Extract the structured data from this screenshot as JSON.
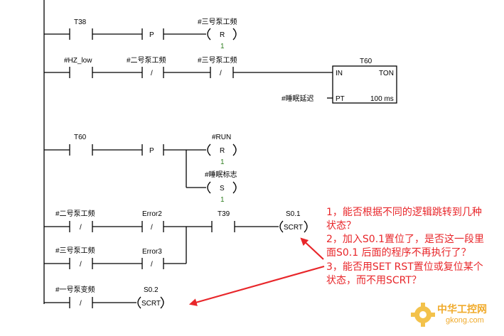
{
  "networks": {
    "n1": {
      "contact1": "T38",
      "contact2": "P",
      "coil_tag": "#三号泵工频",
      "coil": "R",
      "coil_n": "1"
    },
    "n2": {
      "contact1": "#HZ_low",
      "contact2": "#二号泵工频",
      "contact2_op": "/",
      "contact3": "#三号泵工频",
      "contact3_op": "/",
      "timer": {
        "name": "T60",
        "in": "IN",
        "type": "TON",
        "pt_tag": "#睡眠延迟",
        "pt": "PT",
        "base": "100 ms"
      }
    },
    "n3": {
      "contact1": "T60",
      "contact2": "P",
      "coil1_tag": "#RUN",
      "coil1": "R",
      "coil1_n": "1",
      "coil2_tag": "#睡眠标志",
      "coil2": "S",
      "coil2_n": "1"
    },
    "n4": {
      "c1": "#二号泵工频",
      "c1_op": "/",
      "c2": "Error2",
      "c2_op": "/",
      "c3": "T39",
      "scrt_addr": "S0.1",
      "scrt": "SCRT",
      "c4": "#三号泵工频",
      "c4_op": "/",
      "c5": "Error3",
      "c5_op": "/"
    },
    "n5": {
      "c1": "#一号泵变频",
      "c1_op": "/",
      "scrt_addr": "S0.2",
      "scrt": "SCRT"
    }
  },
  "questions": [
    "1，能否根据不同的逻辑跳转到几种",
    "状态？",
    "2，加入S0.1置位了，是否这一段里",
    "面S0.1 后面的程序不再执行了？",
    "3，能否用SET RST置位或复位某个",
    "状态，而不用SCRT？"
  ],
  "watermark": {
    "name": "中华工控网",
    "url": "gkong.com"
  },
  "colors": {
    "annotation": "#e8262a",
    "contact_index": "#2e7d1f",
    "watermark": "#f0aa2a"
  }
}
